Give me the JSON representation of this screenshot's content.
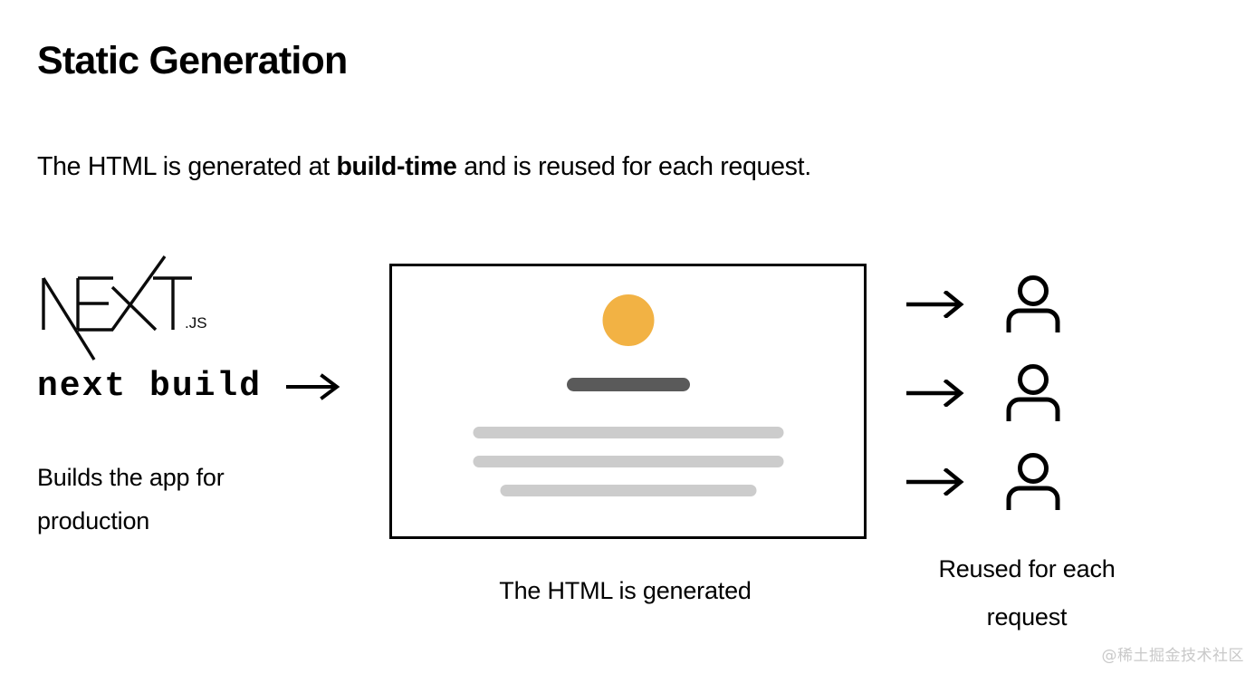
{
  "page": {
    "title": "Static Generation",
    "subtitle_before": "The HTML is generated at ",
    "subtitle_bold": "build-time",
    "subtitle_after": " and is reused for each request.",
    "background_color": "#ffffff",
    "text_color": "#000000"
  },
  "left": {
    "logo_name": "nextjs-logo",
    "logo_wordmark": "NEXT",
    "logo_suffix": ".JS",
    "command": "next build",
    "arrow": "→",
    "description": "Builds the app for production"
  },
  "mockup": {
    "caption": "The HTML is generated",
    "circle_color": "#F2B244",
    "bar_dark_color": "#5A5A5A",
    "line_color": "#CCCCCC",
    "border_color": "#000000",
    "elements": [
      {
        "name": "avatar-circle",
        "shape": "circle"
      },
      {
        "name": "heading-bar",
        "shape": "pill"
      },
      {
        "name": "text-line-1",
        "shape": "pill"
      },
      {
        "name": "text-line-2",
        "shape": "pill"
      },
      {
        "name": "text-line-3",
        "shape": "pill"
      }
    ]
  },
  "requests": {
    "caption_line_1": "Reused for each",
    "caption_line_2": "request",
    "rows": [
      {
        "arrow": "→",
        "user": "user-icon"
      },
      {
        "arrow": "→",
        "user": "user-icon"
      },
      {
        "arrow": "→",
        "user": "user-icon"
      }
    ]
  },
  "watermark": {
    "text": "@稀土掘金技术社区",
    "color": "#c9c9c9"
  }
}
